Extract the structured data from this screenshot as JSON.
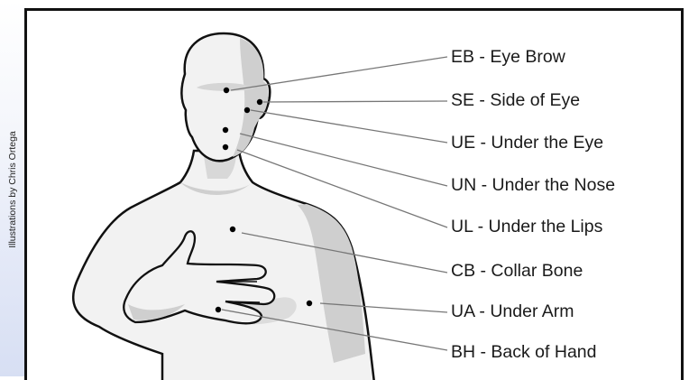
{
  "credit": "Illustrations by Chris Ortega",
  "points": [
    {
      "code": "EB",
      "label": "EB - Eye Brow"
    },
    {
      "code": "SE",
      "label": "SE - Side of Eye"
    },
    {
      "code": "UE",
      "label": "UE - Under the Eye"
    },
    {
      "code": "UN",
      "label": "UN - Under the Nose"
    },
    {
      "code": "UL",
      "label": "UL - Under the Lips"
    },
    {
      "code": "CB",
      "label": "CB - Collar Bone"
    },
    {
      "code": "UA",
      "label": "UA - Under Arm"
    },
    {
      "code": "BH",
      "label": "BH - Back of Hand"
    }
  ],
  "colors": {
    "body_fill": "#f2f2f2",
    "shadow_fill": "#cfcfcf",
    "outline": "#111111",
    "leader_line": "#777777",
    "dot": "#000000"
  }
}
